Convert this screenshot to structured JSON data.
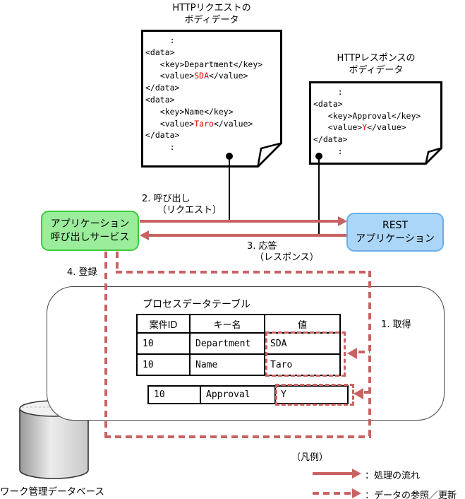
{
  "request_note": {
    "title1": "HTTPリクエストの",
    "title2": "ボディデータ",
    "code": [
      [
        {
          "t": "     :"
        }
      ],
      [
        {
          "t": "<data>"
        }
      ],
      [
        {
          "t": "   <key>Department</key>"
        }
      ],
      [
        {
          "t": "   <value>"
        },
        {
          "t": "SDA",
          "red": true
        },
        {
          "t": "</value>"
        }
      ],
      [
        {
          "t": "</data>"
        }
      ],
      [
        {
          "t": "<data>"
        }
      ],
      [
        {
          "t": "   <key>Name</key>"
        }
      ],
      [
        {
          "t": "   <value>"
        },
        {
          "t": "Taro",
          "red": true
        },
        {
          "t": "</value>"
        }
      ],
      [
        {
          "t": "</data>"
        }
      ],
      [
        {
          "t": "     :"
        }
      ]
    ]
  },
  "response_note": {
    "title1": "HTTPレスポンスの",
    "title2": "ボディデータ",
    "code": [
      [
        {
          "t": "     :"
        }
      ],
      [
        {
          "t": "<data>"
        }
      ],
      [
        {
          "t": "   <key>Approval</key>"
        }
      ],
      [
        {
          "t": "   <value>"
        },
        {
          "t": "Y",
          "red": true
        },
        {
          "t": "</value>"
        }
      ],
      [
        {
          "t": "</data>"
        }
      ],
      [
        {
          "t": "     :"
        }
      ]
    ]
  },
  "service_box": {
    "line1": "アプリケーション",
    "line2": "呼び出しサービス"
  },
  "rest_box": {
    "line1": "REST",
    "line2": "アプリケーション"
  },
  "steps": {
    "step1": "1. 取得",
    "step2_line1": "2. 呼び出し",
    "step2_line2": "（リクエスト）",
    "step3_line1": "3. 応答",
    "step3_line2": "（レスポンス）",
    "step4": "4. 登録"
  },
  "process_table": {
    "title": "プロセスデータテーブル",
    "headers": [
      "案件ID",
      "キー名",
      "値"
    ],
    "rows": [
      [
        "10",
        "Department",
        "SDA"
      ],
      [
        "10",
        "Name",
        "Taro"
      ]
    ],
    "approval_row": [
      "10",
      "Approval",
      "Y"
    ]
  },
  "database": {
    "label": "ワーク管理データベース"
  },
  "legend": {
    "title": "（凡例）",
    "flow": "：処理の流れ",
    "refupdate": "：データの参照／更新"
  },
  "colors": {
    "flow_red": "#c96262",
    "code_red": "#dd0000",
    "service_green_fill": "#9bec9b",
    "service_green_border": "#3ecb3e",
    "rest_blue_fill": "#abd6f7",
    "rest_blue_border": "#6aaee8"
  }
}
